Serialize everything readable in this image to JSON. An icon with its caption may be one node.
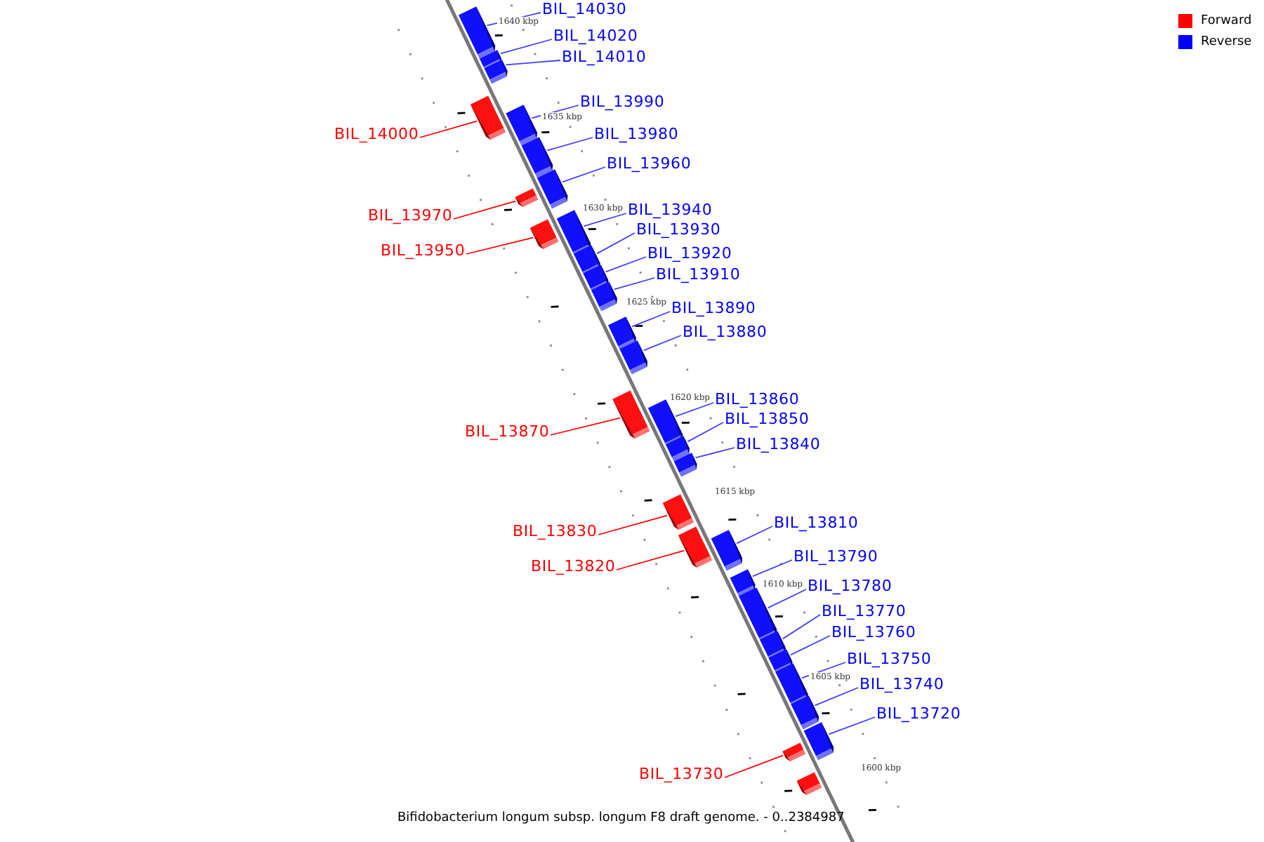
{
  "diagram": {
    "caption": "Bifidobacterium longum subsp. longum F8 draft genome. - 0..2384987",
    "nodes": [
      {
        "text": [
          "BIL_14030"
        ]
      },
      {
        "text": [],
        "shape": "bar"
      },
      {
        "text": [
          "BIL_14020"
        ]
      },
      {
        "text": [],
        "shape": "bar"
      },
      {
        "text": [
          "BIL_14010"
        ]
      },
      {
        "text": [],
        "shape": "bar"
      },
      {
        "text": [
          "BIL_13990"
        ]
      },
      {
        "text": [],
        "shape": "bar"
      },
      {
        "text": [
          "BIL_14000"
        ]
      },
      {
        "text": [],
        "shape": "bar"
      },
      {
        "text": [
          "BIL_13980"
        ]
      },
      {
        "text": [],
        "shape": "bar"
      },
      {
        "text": [
          "BIL_13960"
        ]
      },
      {
        "text": [],
        "shape": "bar"
      },
      {
        "text": [
          "BIL_13940"
        ]
      },
      {
        "text": [],
        "shape": "bar"
      },
      {
        "text": [
          "BIL_13970"
        ]
      },
      {
        "text": [],
        "shape": "bar"
      },
      {
        "text": [
          "BIL_13930"
        ]
      },
      {
        "text": [],
        "shape": "bar"
      },
      {
        "text": [
          "BIL_13950"
        ]
      },
      {
        "text": [],
        "shape": "bar"
      },
      {
        "text": [
          "BIL_13920"
        ]
      },
      {
        "text": [],
        "shape": "bar"
      },
      {
        "text": [
          "BIL_13910"
        ]
      },
      {
        "text": [],
        "shape": "bar"
      },
      {
        "text": [
          "BIL_13890"
        ]
      },
      {
        "text": [],
        "shape": "bar"
      },
      {
        "text": [
          "BIL_13880"
        ]
      },
      {
        "text": [],
        "shape": "bar"
      },
      {
        "text": [
          "BIL_13860"
        ]
      },
      {
        "text": [],
        "shape": "bar"
      },
      {
        "text": [
          "BIL_13850"
        ]
      },
      {
        "text": [],
        "shape": "bar"
      },
      {
        "text": [
          "BIL_13870"
        ]
      },
      {
        "text": [],
        "shape": "bar"
      },
      {
        "text": [
          "BIL_13840"
        ]
      },
      {
        "text": [],
        "shape": "bar"
      },
      {
        "text": [
          "BIL_13810"
        ]
      },
      {
        "text": [],
        "shape": "bar"
      },
      {
        "text": [
          "BIL_13830"
        ]
      },
      {
        "text": [],
        "shape": "bar"
      },
      {
        "text": [
          "BIL_13790"
        ]
      },
      {
        "text": [],
        "shape": "bar"
      },
      {
        "text": [
          "BIL_13820"
        ]
      },
      {
        "text": [],
        "shape": "bar"
      },
      {
        "text": [
          "BIL_13780"
        ]
      },
      {
        "text": [],
        "shape": "bar"
      },
      {
        "text": [
          "BIL_13770"
        ]
      },
      {
        "text": [],
        "shape": "bar"
      },
      {
        "text": [
          "BIL_13760"
        ]
      },
      {
        "text": [],
        "shape": "bar"
      },
      {
        "text": [
          "BIL_13750"
        ]
      },
      {
        "text": [],
        "shape": "bar"
      },
      {
        "text": [
          "BIL_13740"
        ]
      },
      {
        "text": [],
        "shape": "bar"
      },
      {
        "text": [
          "BIL_13720"
        ]
      },
      {
        "text": [],
        "shape": "bar"
      },
      {
        "text": [
          "BIL_13730"
        ]
      },
      {
        "text": [],
        "shape": "bar"
      },
      {
        "text": [],
        "shape": "bar"
      }
    ],
    "edges": [
      {
        "from": 0,
        "to": 1,
        "arrow": "none"
      },
      {
        "from": 2,
        "to": 3,
        "arrow": "none"
      },
      {
        "from": 4,
        "to": 5,
        "arrow": "none"
      },
      {
        "from": 6,
        "to": 7,
        "arrow": "none"
      },
      {
        "from": 8,
        "to": 9,
        "arrow": "none",
        "color": "#ff0000"
      },
      {
        "from": 10,
        "to": 11,
        "arrow": "none"
      },
      {
        "from": 12,
        "to": 13,
        "arrow": "none"
      },
      {
        "from": 14,
        "to": 15,
        "arrow": "none"
      },
      {
        "from": 16,
        "to": 17,
        "arrow": "none",
        "color": "#ff0000"
      },
      {
        "from": 18,
        "to": 19,
        "arrow": "none"
      },
      {
        "from": 20,
        "to": 21,
        "arrow": "none",
        "color": "#ff0000"
      },
      {
        "from": 22,
        "to": 23,
        "arrow": "none"
      },
      {
        "from": 24,
        "to": 25,
        "arrow": "none"
      },
      {
        "from": 26,
        "to": 27,
        "arrow": "none"
      },
      {
        "from": 28,
        "to": 29,
        "arrow": "none"
      },
      {
        "from": 30,
        "to": 31,
        "arrow": "none"
      },
      {
        "from": 32,
        "to": 33,
        "arrow": "none"
      },
      {
        "from": 34,
        "to": 35,
        "arrow": "none",
        "color": "#ff0000"
      },
      {
        "from": 36,
        "to": 37,
        "arrow": "none"
      },
      {
        "from": 38,
        "to": 39,
        "arrow": "none"
      },
      {
        "from": 40,
        "to": 41,
        "arrow": "none",
        "color": "#ff0000"
      },
      {
        "from": 42,
        "to": 43,
        "arrow": "none"
      },
      {
        "from": 44,
        "to": 45,
        "arrow": "none",
        "color": "#ff0000"
      },
      {
        "from": 46,
        "to": 47,
        "arrow": "none"
      },
      {
        "from": 48,
        "to": 49,
        "arrow": "none"
      },
      {
        "from": 50,
        "to": 51,
        "arrow": "none"
      },
      {
        "from": 52,
        "to": 53,
        "arrow": "none"
      },
      {
        "from": 54,
        "to": 55,
        "arrow": "none"
      },
      {
        "from": 56,
        "to": 57,
        "arrow": "none"
      },
      {
        "from": 58,
        "to": 59,
        "arrow": "none",
        "color": "#ff0000"
      }
    ],
    "labels": [
      "1640 kbp",
      "1635 kbp",
      "1630 kbp",
      "1625 kbp",
      "1620 kbp",
      "1615 kbp",
      "1610 kbp",
      "1605 kbp",
      "1600 kbp"
    ],
    "legend": [
      {
        "text": "Forward",
        "color": "#ff0000"
      },
      {
        "text": "Reverse",
        "color": "#0000ff"
      }
    ]
  }
}
